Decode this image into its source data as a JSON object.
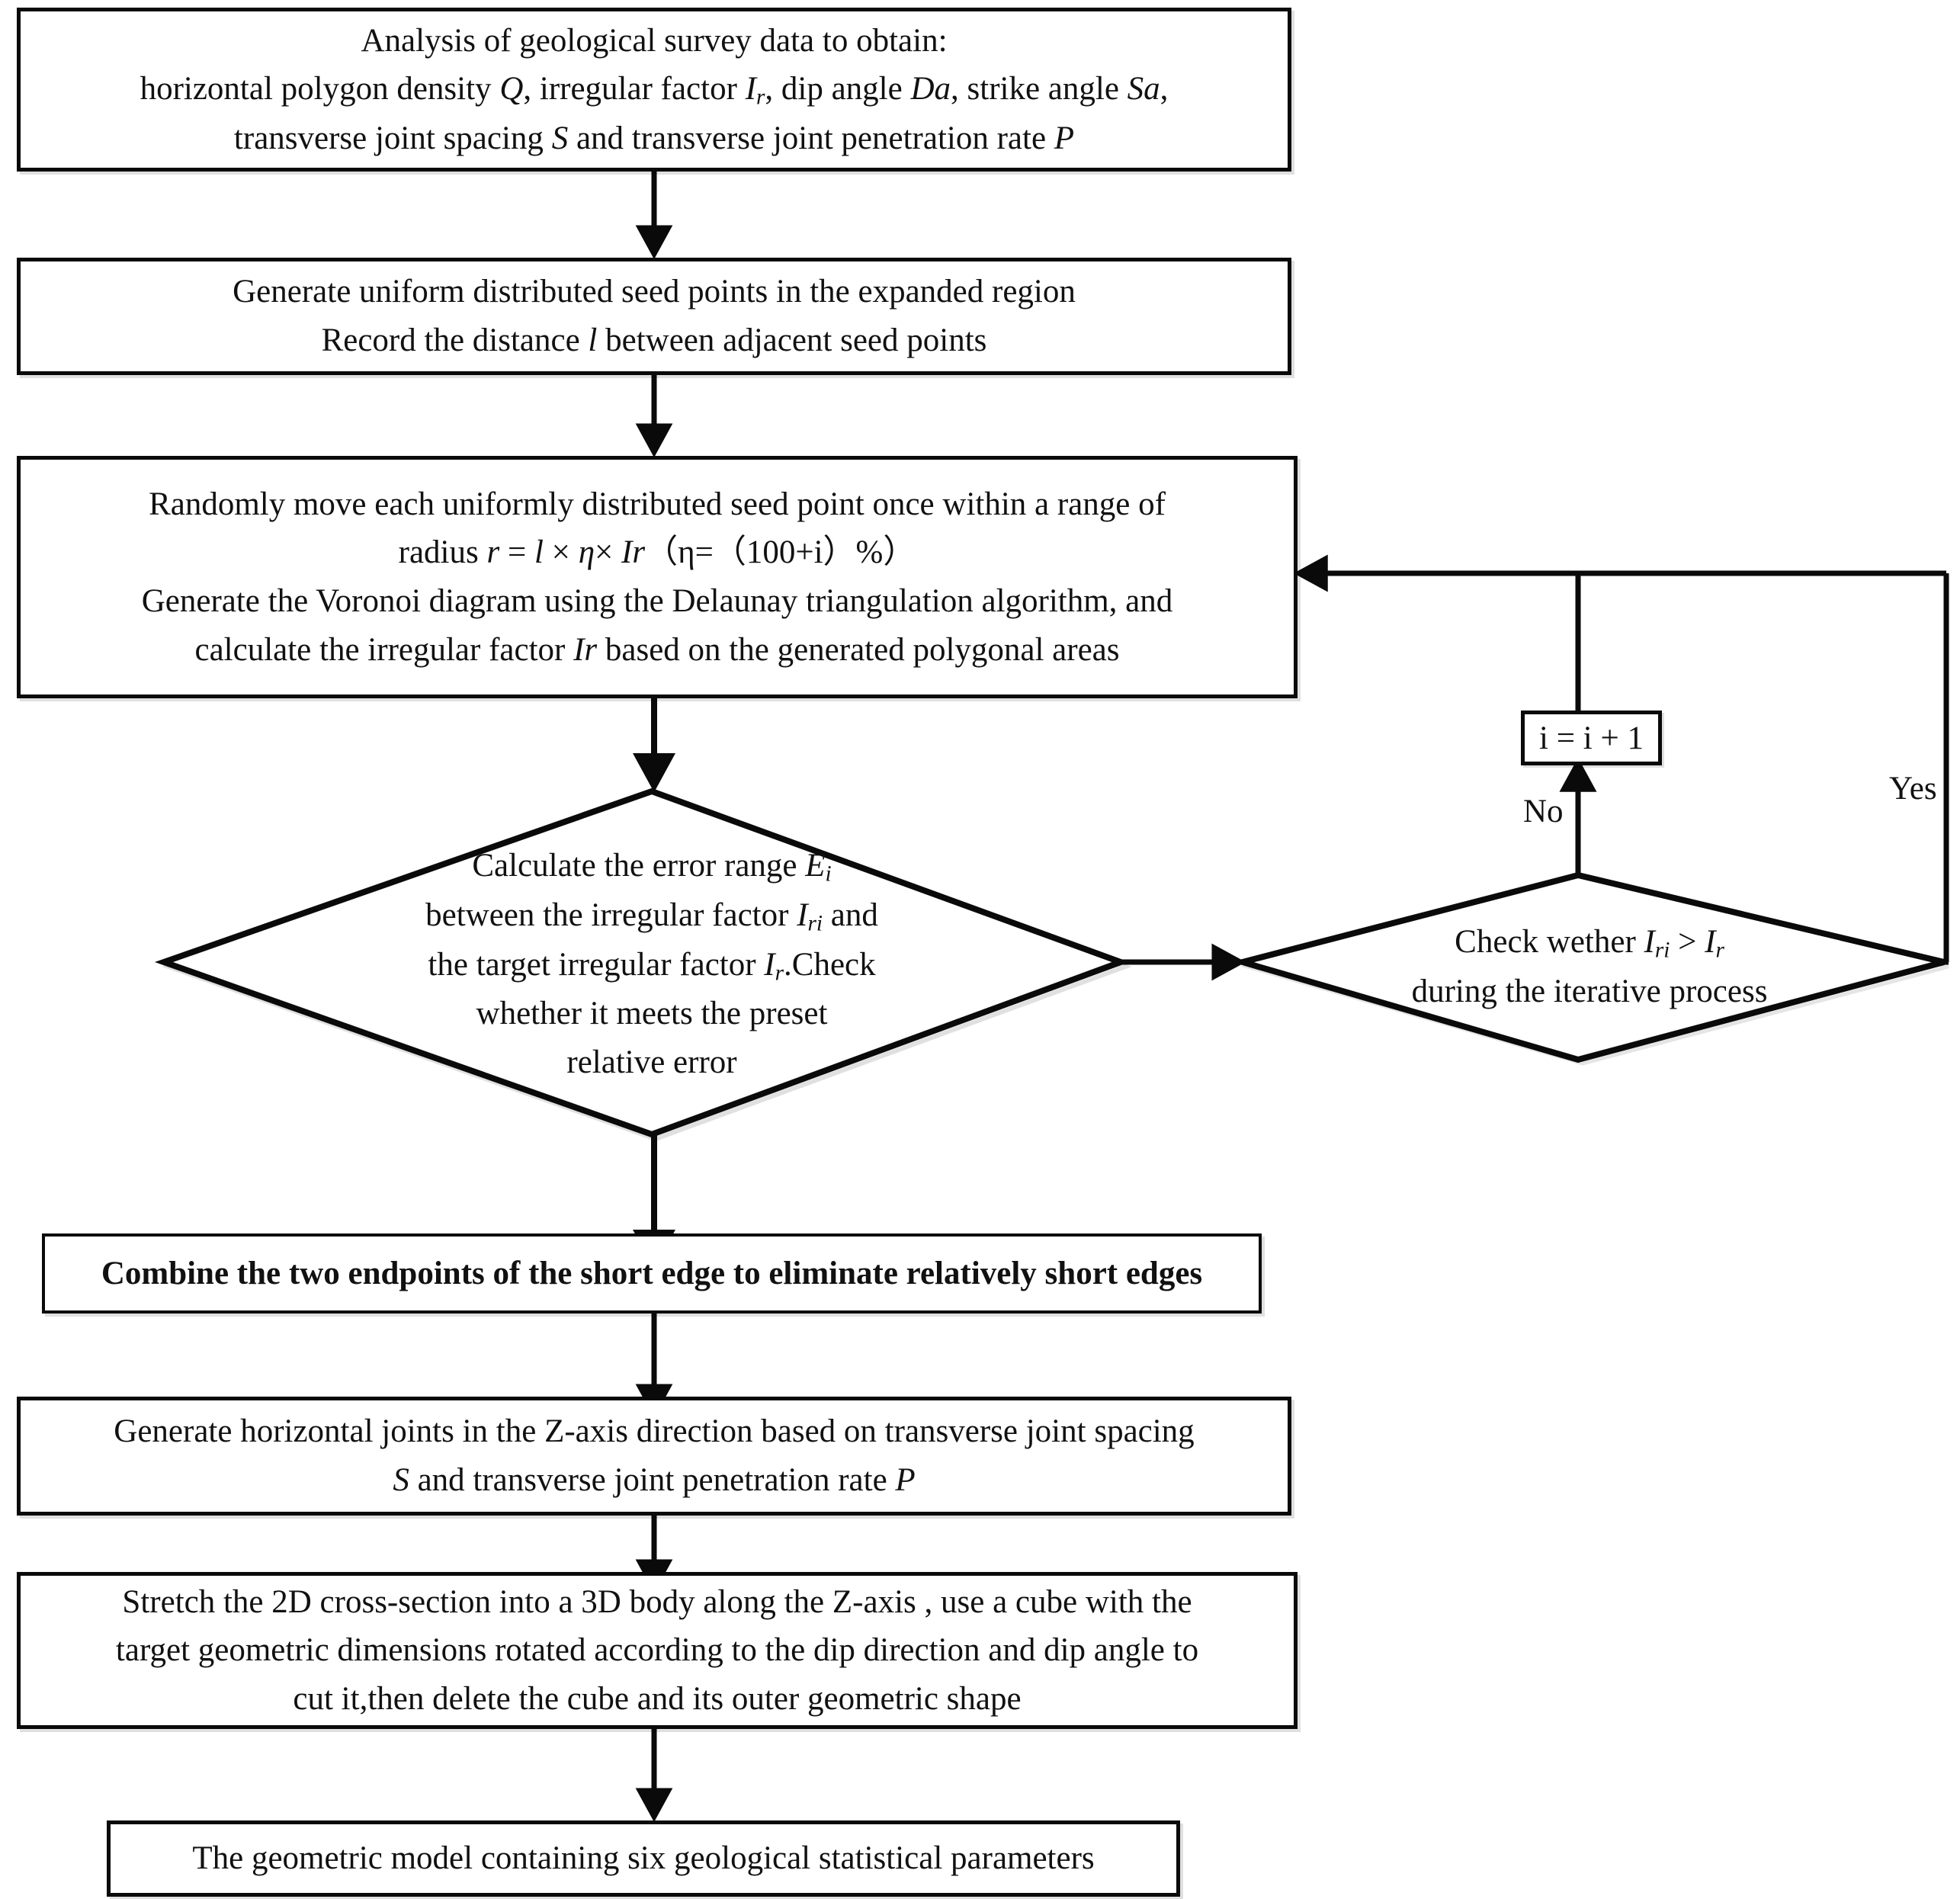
{
  "diagram": {
    "type": "flowchart",
    "orientation": "top-to-bottom with right-side iteration loop",
    "nodes": [
      {
        "id": "n1",
        "shape": "rectangle",
        "lines": [
          "Analysis of geological survey data to obtain:",
          "horizontal polygon density Q, irregular factor I_r, dip angle Da, strike angle Sa,",
          "transverse joint spacing S and transverse joint penetration rate P"
        ],
        "line1": "Analysis of geological survey data to obtain:",
        "line2_a": "horizontal polygon density ",
        "line2_q": "Q",
        "line2_b": ", irregular factor ",
        "line2_i": "I",
        "line2_isub": "r",
        "line2_c": ", dip angle ",
        "line2_da": "Da",
        "line2_d": ", strike angle ",
        "line2_sa": "Sa",
        "line2_e": ",",
        "line3_a": "transverse joint spacing ",
        "line3_s": "S",
        "line3_b": " and transverse joint penetration rate ",
        "line3_p": "P"
      },
      {
        "id": "n2",
        "shape": "rectangle",
        "line1": "Generate uniform distributed seed points in the expanded region",
        "line2_a": "Record the distance ",
        "line2_l": "l",
        "line2_b": " between adjacent seed points"
      },
      {
        "id": "n3",
        "shape": "rectangle",
        "line1": "Randomly  move each uniformly distributed seed point once within a range of",
        "line2_a": "radius  ",
        "line2_r": "r",
        "line2_b": " = ",
        "line2_l": "l",
        "line2_c": " × ",
        "line2_eta": "η",
        "line2_d": "× ",
        "line2_ir": "Ir",
        "line2_e": "（η=（100+i）%）",
        "line3": "Generate the Voronoi diagram using the Delaunay triangulation algorithm, and",
        "line4_a": "calculate the irregular factor ",
        "line4_ir": "Ir",
        "line4_b": "  based on the generated polygonal areas"
      },
      {
        "id": "d1",
        "shape": "diamond",
        "line1_a": "Calculate the error range ",
        "line1_e": "E",
        "line1_esub": "i",
        "line2_a": "between the irregular factor ",
        "line2_i": "I",
        "line2_isub": "ri",
        "line2_b": " and",
        "line3_a": "the target irregular factor ",
        "line3_i": "I",
        "line3_isub": "r",
        "line3_b": ".Check",
        "line4": "whether it meets the preset",
        "line5": "relative error"
      },
      {
        "id": "d2",
        "shape": "diamond",
        "line1_a": "Check wether ",
        "line1_i1": "I",
        "line1_i1sub": "ri",
        "line1_b": " > ",
        "line1_i2": "I",
        "line1_i2sub": "r",
        "line2": "during the iterative process"
      },
      {
        "id": "n4",
        "shape": "rectangle",
        "bold": true,
        "line1": "Combine the two endpoints of the short edge to eliminate relatively short edges"
      },
      {
        "id": "n5",
        "shape": "rectangle",
        "line1": "Generate horizontal joints in the Z-axis direction based on transverse joint spacing",
        "line2_s": "S",
        "line2_a": " and transverse joint penetration rate ",
        "line2_p": "P"
      },
      {
        "id": "n6",
        "shape": "rectangle",
        "line1": "Stretch the 2D cross-section into a 3D body along the Z-axis , use a cube with the",
        "line2": "target geometric dimensions rotated according to the dip direction and dip angle to",
        "line3": "cut it,then delete the cube and its outer geometric shape"
      },
      {
        "id": "n7",
        "shape": "rectangle",
        "line1": "The geometric model containing six geological statistical parameters"
      },
      {
        "id": "iter",
        "shape": "rectangle-small",
        "label": "i = i + 1"
      }
    ],
    "edge_labels": {
      "no": "No",
      "yes": "Yes"
    },
    "colors": {
      "stroke": "#0a0a0a",
      "text": "#111111",
      "background": "#ffffff"
    }
  }
}
